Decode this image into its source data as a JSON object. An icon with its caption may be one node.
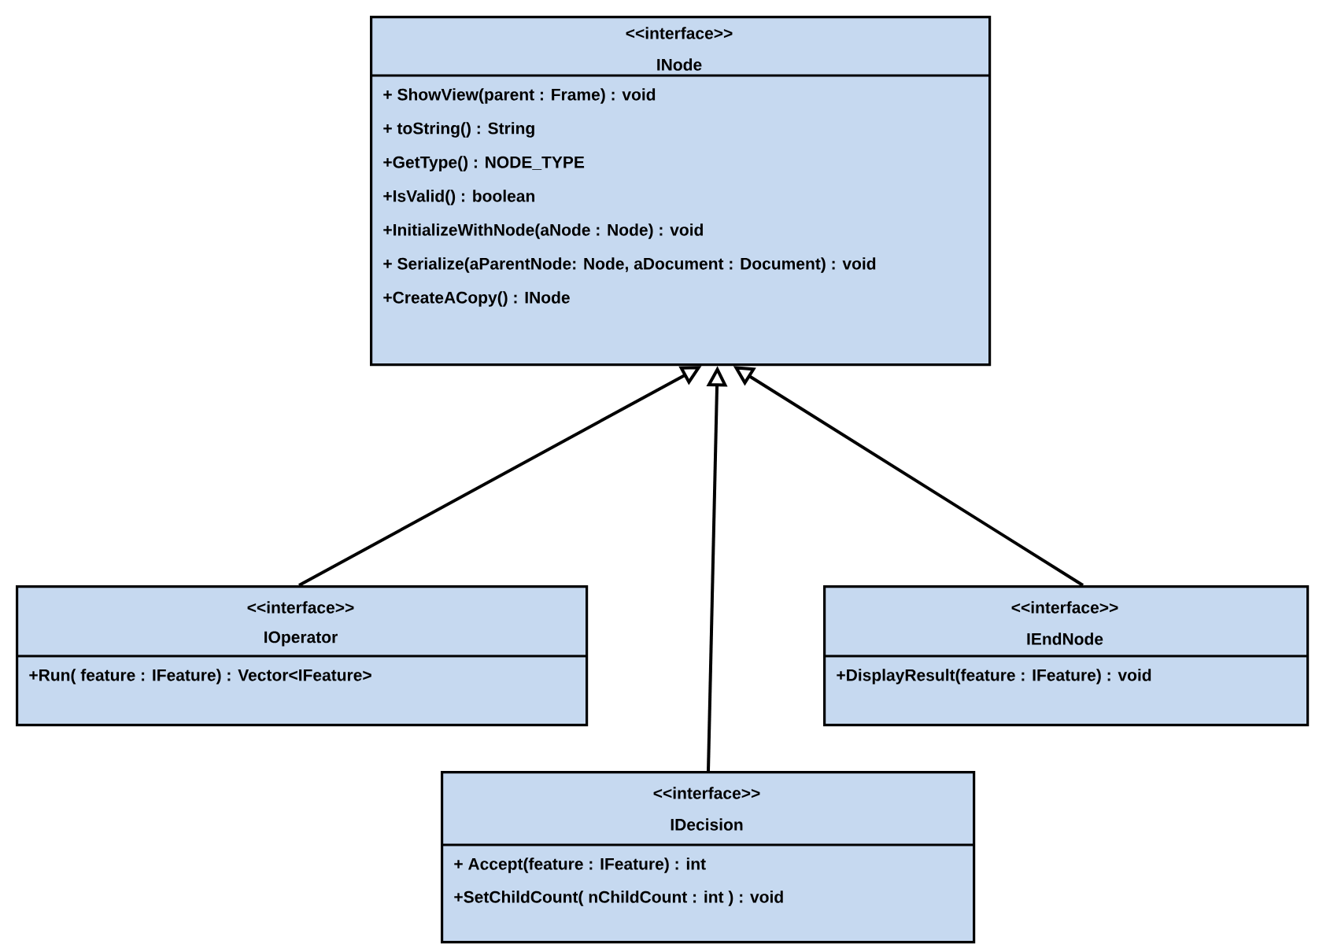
{
  "diagram": {
    "nodes": [
      {
        "text": [
          "<<interface>>",
          "INode",
          "+ ShowView(parent : Frame) : void",
          "+ toString() : String",
          "+GetType() : NODE_TYPE",
          "+IsValid() : boolean",
          "+InitializeWithNode(aNode : Node) : void",
          "+ Serialize(aParentNode: Node, aDocument : Document) : void",
          "+CreateACopy() :  INode"
        ]
      },
      {
        "text": [
          "<<interface>>",
          "IOperator",
          "+Run( feature : IFeature) : Vector<IFeature>"
        ]
      },
      {
        "text": [
          "<<interface>>",
          "IEndNode",
          "+DisplayResult(feature : IFeature) : void"
        ]
      },
      {
        "text": [
          "<<interface>>",
          "IDecision",
          "+ Accept(feature : IFeature) : int",
          "+SetChildCount( nChildCount : int ) : void"
        ]
      }
    ],
    "edges": [
      {
        "from": 1,
        "to": 0,
        "arrow": "to"
      },
      {
        "from": 3,
        "to": 0,
        "arrow": "to"
      },
      {
        "from": 2,
        "to": 0,
        "arrow": "to"
      }
    ]
  }
}
